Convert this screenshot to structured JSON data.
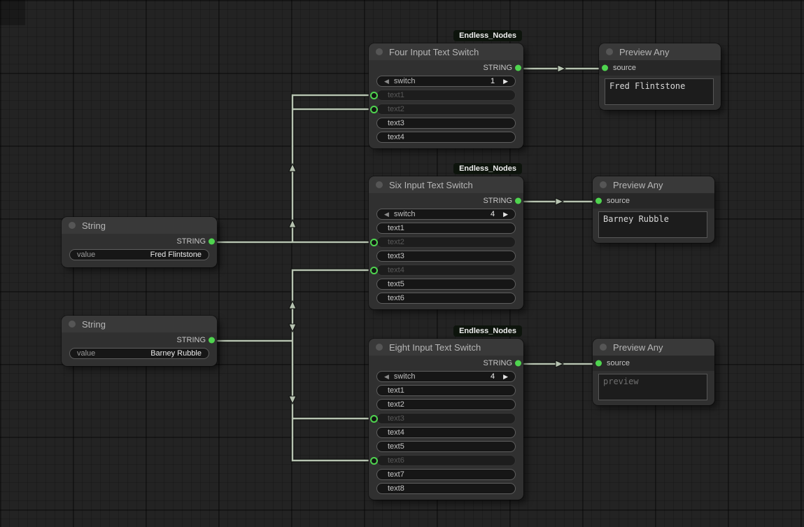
{
  "colors": {
    "slot_accent": "#4fd44f",
    "wire": "#b7c3b1",
    "badge_bg": "#0d140c"
  },
  "string_node_1": {
    "title": "String",
    "output_label": "STRING",
    "value_label": "value",
    "value": "Fred Flintstone"
  },
  "string_node_2": {
    "title": "String",
    "output_label": "STRING",
    "value_label": "value",
    "value": "Barney Rubble"
  },
  "four_switch": {
    "badge": "Endless_Nodes",
    "title": "Four Input Text Switch",
    "output_label": "STRING",
    "switch_label": "switch",
    "switch_value": "1",
    "inputs": [
      {
        "label": "text1",
        "connected": true
      },
      {
        "label": "text2",
        "connected": true
      },
      {
        "label": "text3",
        "connected": false
      },
      {
        "label": "text4",
        "connected": false
      }
    ]
  },
  "six_switch": {
    "badge": "Endless_Nodes",
    "title": "Six Input Text Switch",
    "output_label": "STRING",
    "switch_label": "switch",
    "switch_value": "4",
    "inputs": [
      {
        "label": "text1",
        "connected": false
      },
      {
        "label": "text2",
        "connected": true
      },
      {
        "label": "text3",
        "connected": false
      },
      {
        "label": "text4",
        "connected": true
      },
      {
        "label": "text5",
        "connected": false
      },
      {
        "label": "text6",
        "connected": false
      }
    ]
  },
  "eight_switch": {
    "badge": "Endless_Nodes",
    "title": "Eight Input Text Switch",
    "output_label": "STRING",
    "switch_label": "switch",
    "switch_value": "4",
    "inputs": [
      {
        "label": "text1",
        "connected": false
      },
      {
        "label": "text2",
        "connected": false
      },
      {
        "label": "text3",
        "connected": true
      },
      {
        "label": "text4",
        "connected": false
      },
      {
        "label": "text5",
        "connected": false
      },
      {
        "label": "text6",
        "connected": true
      },
      {
        "label": "text7",
        "connected": false
      },
      {
        "label": "text8",
        "connected": false
      }
    ]
  },
  "preview_1": {
    "title": "Preview Any",
    "input_label": "source",
    "content": "Fred Flintstone"
  },
  "preview_2": {
    "title": "Preview Any",
    "input_label": "source",
    "content": "Barney Rubble"
  },
  "preview_3": {
    "title": "Preview Any",
    "input_label": "source",
    "content": "preview"
  }
}
